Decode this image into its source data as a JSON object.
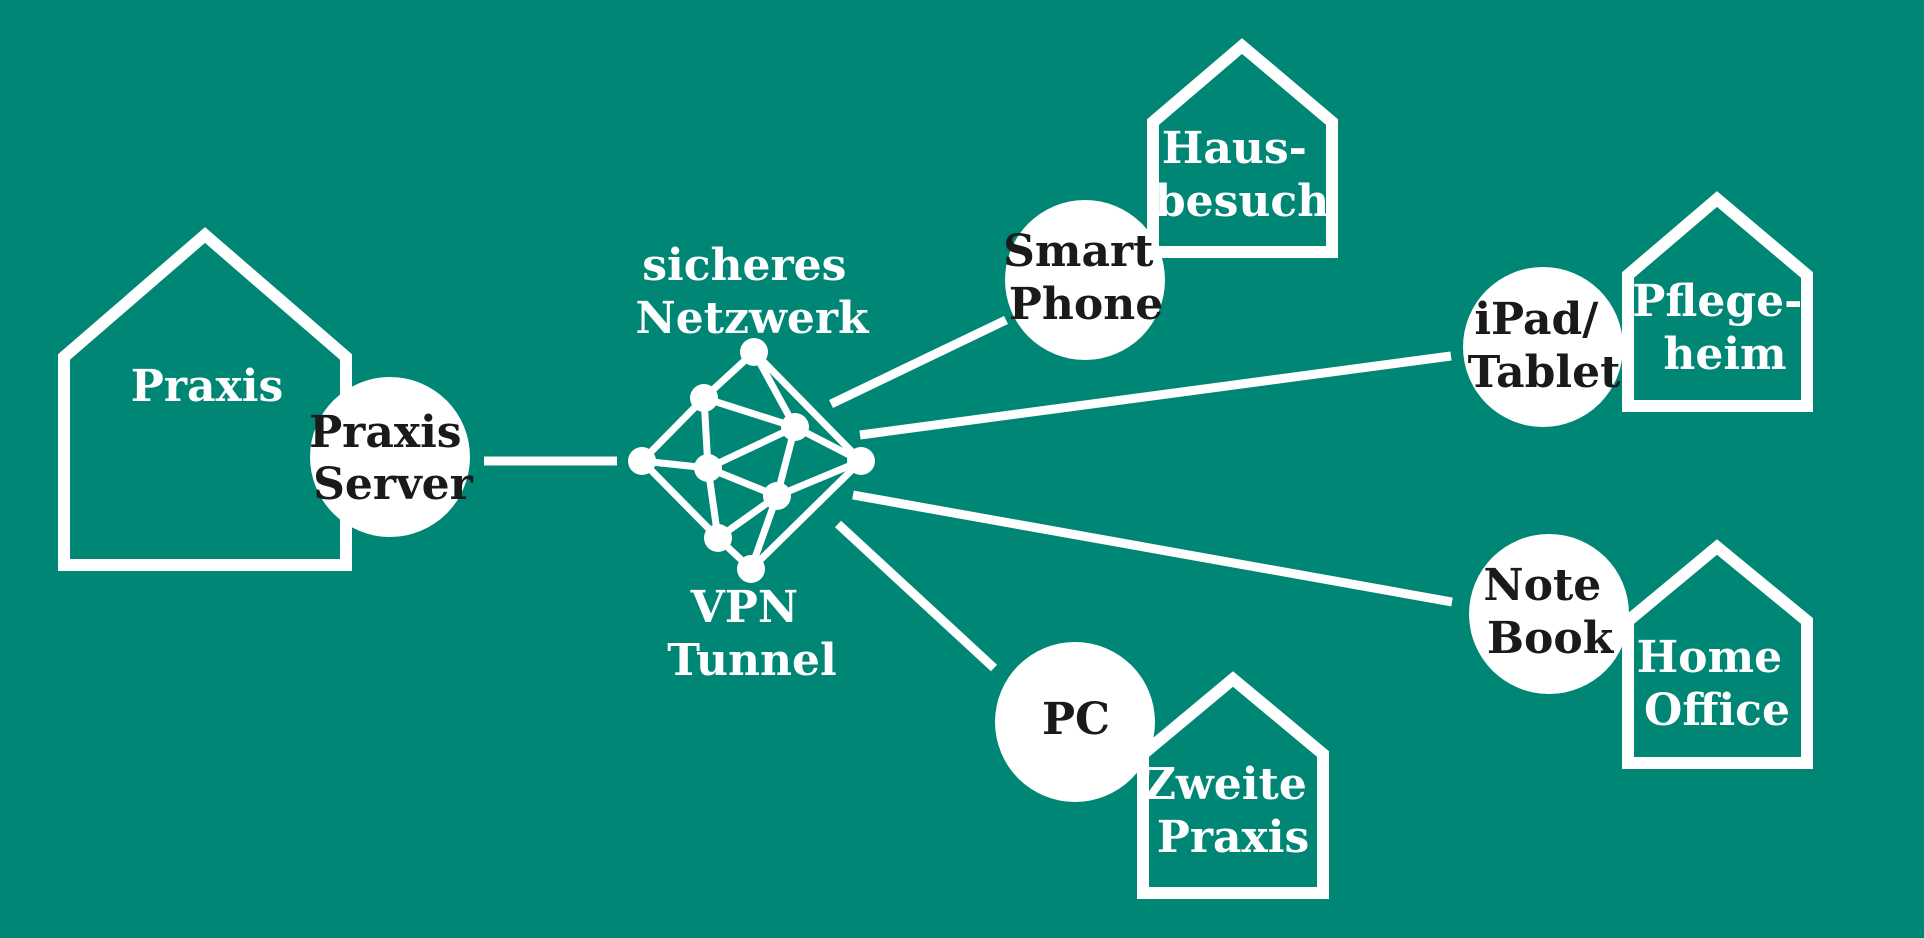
{
  "colors": {
    "background": "#008675",
    "foreground": "#ffffff",
    "device_text": "#1a1a1a"
  },
  "praxis": {
    "house_label": "Praxis",
    "server_label": [
      "Praxis",
      "Server"
    ]
  },
  "network": {
    "label_top": [
      "sicheres",
      "Netzwerk"
    ],
    "label_bottom": [
      "VPN",
      "Tunnel"
    ]
  },
  "endpoints": [
    {
      "id": "smartphone",
      "device": [
        "Smart",
        "Phone"
      ],
      "location": [
        "Haus-",
        "besuch"
      ]
    },
    {
      "id": "tablet",
      "device": [
        "iPad/",
        "Tablet"
      ],
      "location": [
        "Pflege-",
        "heim"
      ]
    },
    {
      "id": "notebook",
      "device": [
        "Note",
        "Book"
      ],
      "location": [
        "Home",
        "Office"
      ]
    },
    {
      "id": "pc",
      "device": [
        "PC"
      ],
      "location": [
        "Zweite",
        "Praxis"
      ]
    }
  ]
}
